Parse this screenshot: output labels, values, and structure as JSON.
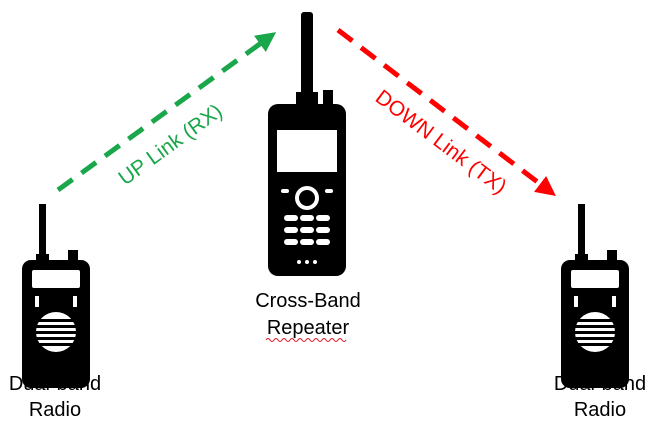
{
  "colors": {
    "uplink": "#1aa64a",
    "downlink": "#ff0000",
    "device": "#000000",
    "spellcheck_underline": "#e81123"
  },
  "uplink": {
    "label": "UP Link (RX)"
  },
  "downlink": {
    "label": "DOWN Link (TX)"
  },
  "repeater": {
    "label_line1": "Cross-Band",
    "label_line2": "Repeater"
  },
  "radio_left": {
    "label_line1": "Dual-band",
    "label_line2": "Radio"
  },
  "radio_right": {
    "label_line1": "Dual-band",
    "label_line2": "Radio"
  }
}
